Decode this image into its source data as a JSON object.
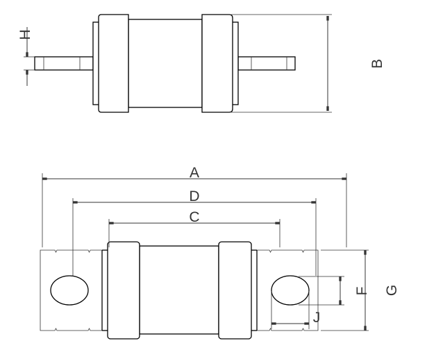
{
  "labels": {
    "A": "A",
    "B": "B",
    "C": "C",
    "D": "D",
    "F": "F",
    "G": "G",
    "H": "H",
    "J": "J"
  },
  "colors": {
    "line": "#000000",
    "dimension": "#333333",
    "background": "#ffffff"
  }
}
